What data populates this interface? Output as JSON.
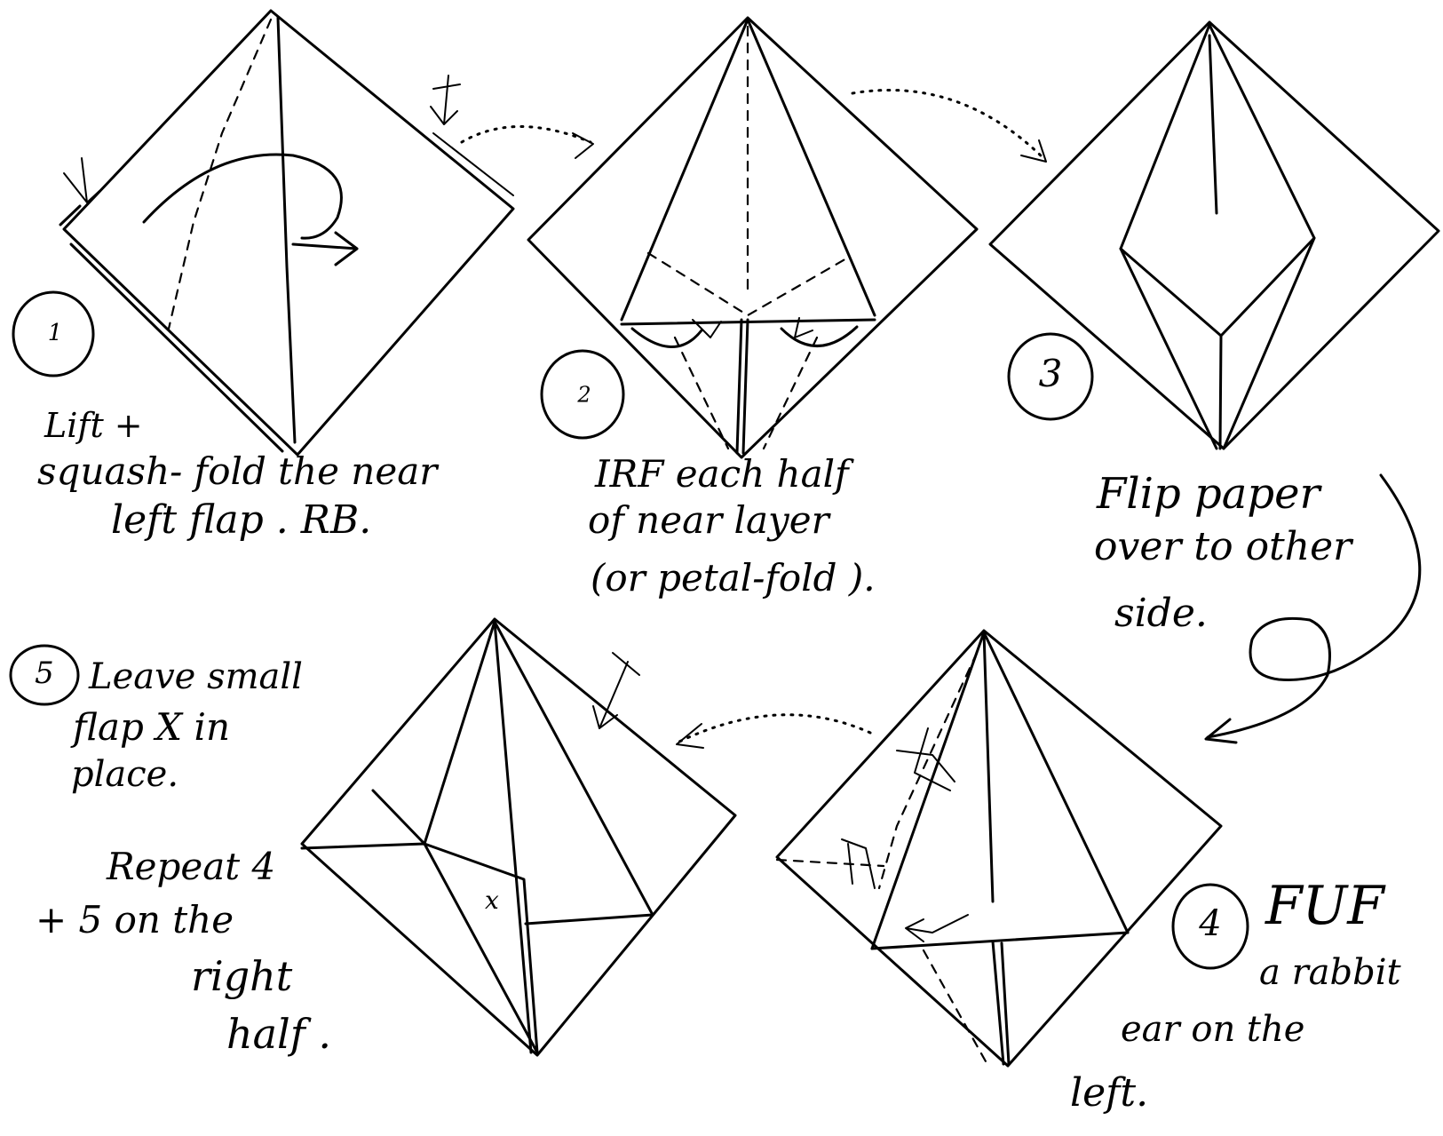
{
  "steps": [
    {
      "number": "1",
      "lines": [
        "Lift +",
        "squash- fold  the near",
        "left flap .  RB."
      ]
    },
    {
      "number": "2",
      "lines": [
        "IRF each half",
        "of near layer",
        "(or petal-fold )."
      ]
    },
    {
      "number": "3",
      "lines": [
        "Flip  paper",
        "over to other",
        "side."
      ]
    },
    {
      "number": "4",
      "lines": [
        "FUF",
        "a rabbit",
        "ear  on the",
        "left."
      ]
    },
    {
      "number": "5",
      "lines": [
        "Leave small",
        "flap X  in",
        "place."
      ]
    }
  ],
  "repeat_note": [
    "Repeat 4",
    "+ 5 on the",
    "right",
    "half ."
  ],
  "flap_marker": "x"
}
